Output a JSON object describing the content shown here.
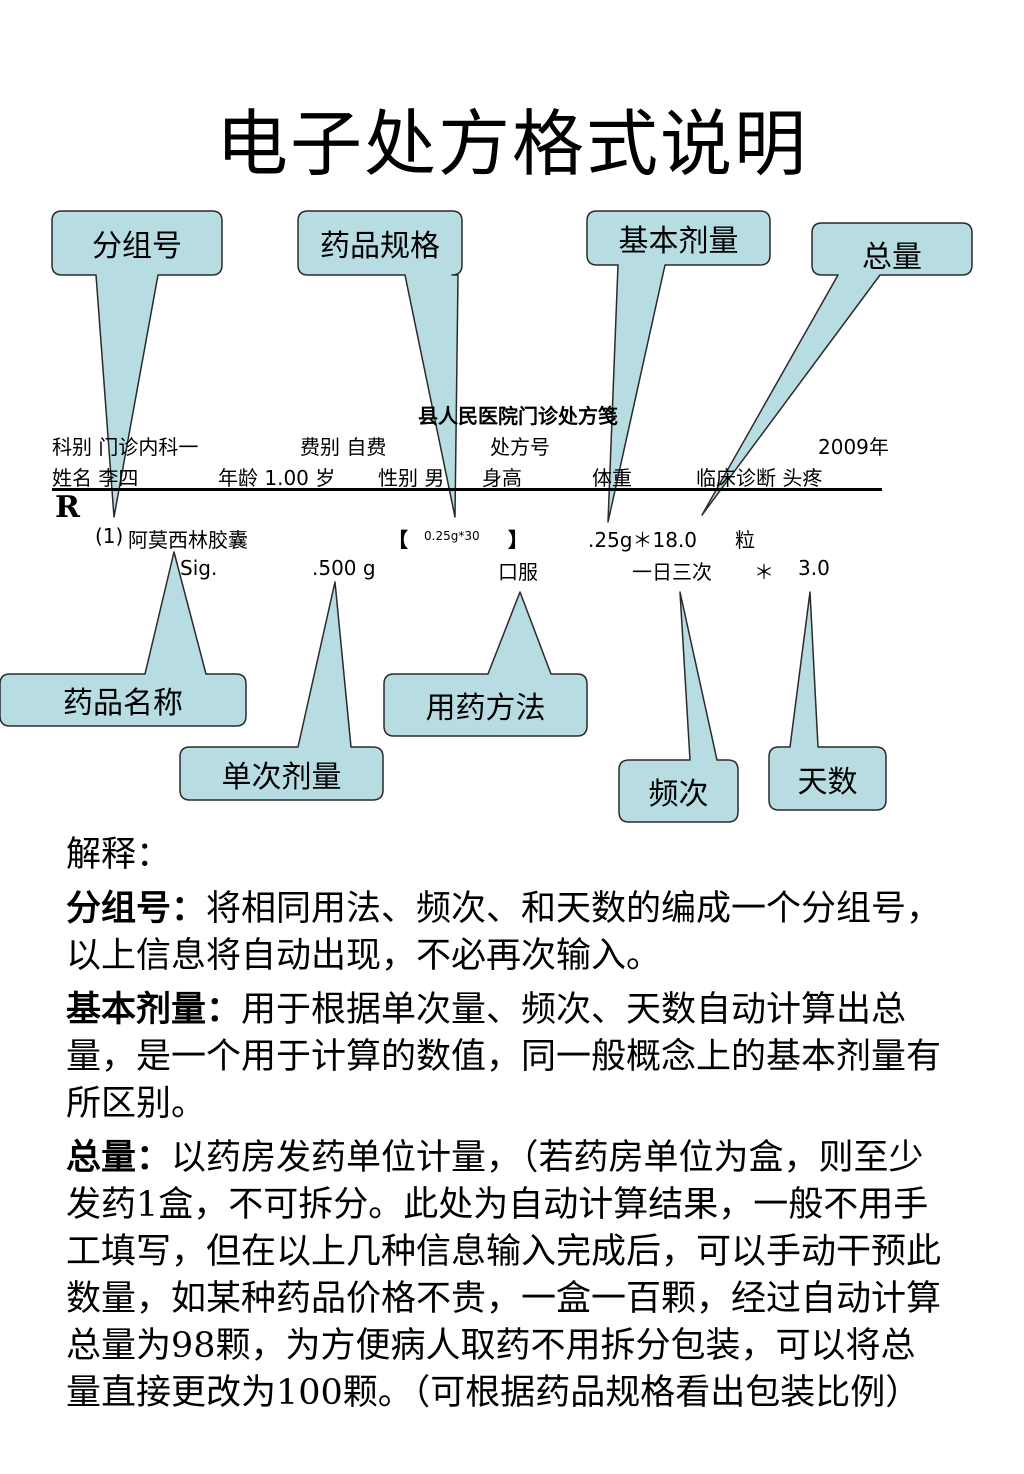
{
  "title": "电子处方格式说明",
  "callouts": {
    "group_no": "分组号",
    "drug_spec": "药品规格",
    "base_dose": "基本剂量",
    "total_qty": "总量",
    "drug_name": "药品名称",
    "usage": "用药方法",
    "single_dose": "单次剂量",
    "frequency": "频次",
    "days": "天数"
  },
  "prescription": {
    "hospital_title": "县人民医院门诊处方笺",
    "dept": "科别 门诊内科一",
    "fee": "费别 自费",
    "rx_no": "处方号",
    "year": "2009年",
    "name": "姓名 李四",
    "age": "年龄  1.00  岁",
    "sex": "性别 男",
    "height": "身高",
    "weight": "体重",
    "diagnosis": "临床诊断 头疼",
    "r_symbol": "R",
    "item": {
      "group": "(1)",
      "name": "阿莫西林胶囊",
      "spec_open": "【",
      "spec": "0.25g*30",
      "spec_close": "】",
      "base_dose": ".25g＊18.0",
      "unit": "粒",
      "sig": "Sig.",
      "single_dose": ".500 g",
      "route": "口服",
      "frequency": "一日三次",
      "times": "＊",
      "days": "3.0"
    }
  },
  "explanation": {
    "heading": "解释：",
    "items": [
      {
        "term": "分组号：",
        "text": "将相同用法、频次、和天数的编成一个分组号，以上信息将自动出现，不必再次输入。"
      },
      {
        "term": "基本剂量：",
        "text": "用于根据单次量、频次、天数自动计算出总量，是一个用于计算的数值，同一般概念上的基本剂量有所区别。"
      },
      {
        "term": "总量：",
        "text": "以药房发药单位计量，（若药房单位为盒，则至少发药1盒，不可拆分。此处为自动计算结果，一般不用手工填写，但在以上几种信息输入完成后，可以手动干预此数量，如某种药品价格不贵，一盒一百颗，经过自动计算总量为98颗，为方便病人取药不用拆分包装，可以将总量直接更改为100颗。（可根据药品规格看出包装比例）"
      }
    ]
  },
  "colors": {
    "callout_fill": "#b7dde2",
    "callout_stroke": "#2a2a2a"
  }
}
